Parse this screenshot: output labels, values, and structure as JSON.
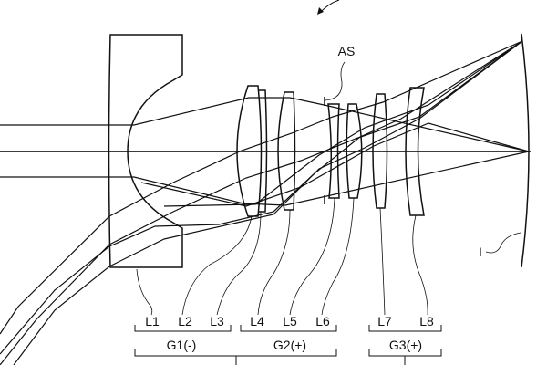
{
  "labels": {
    "aperture_stop": "AS",
    "image_plane": "I",
    "lenses": [
      "L1",
      "L2",
      "L3",
      "L4",
      "L5",
      "L6",
      "L7",
      "L8"
    ],
    "groups": [
      "G1(-)",
      "G2(+)",
      "G3(+)"
    ]
  },
  "colors": {
    "line": "#111111",
    "background": "#ffffff"
  }
}
